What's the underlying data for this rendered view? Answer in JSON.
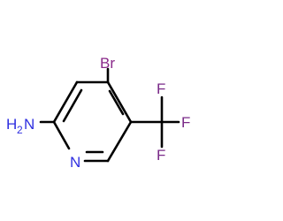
{
  "molecule": {
    "atoms": {
      "bromine": "Br",
      "amine_h": "H",
      "amine_h_count": "2",
      "amine_n": "N",
      "ring_n": "N",
      "fluorine_1": "F",
      "fluorine_2": "F",
      "fluorine_3": "F"
    },
    "colors": {
      "bond": "#000000",
      "bromine": "#8a2a8a",
      "nitrogen": "#2f2fe0",
      "fluorine": "#7a2a88"
    }
  }
}
